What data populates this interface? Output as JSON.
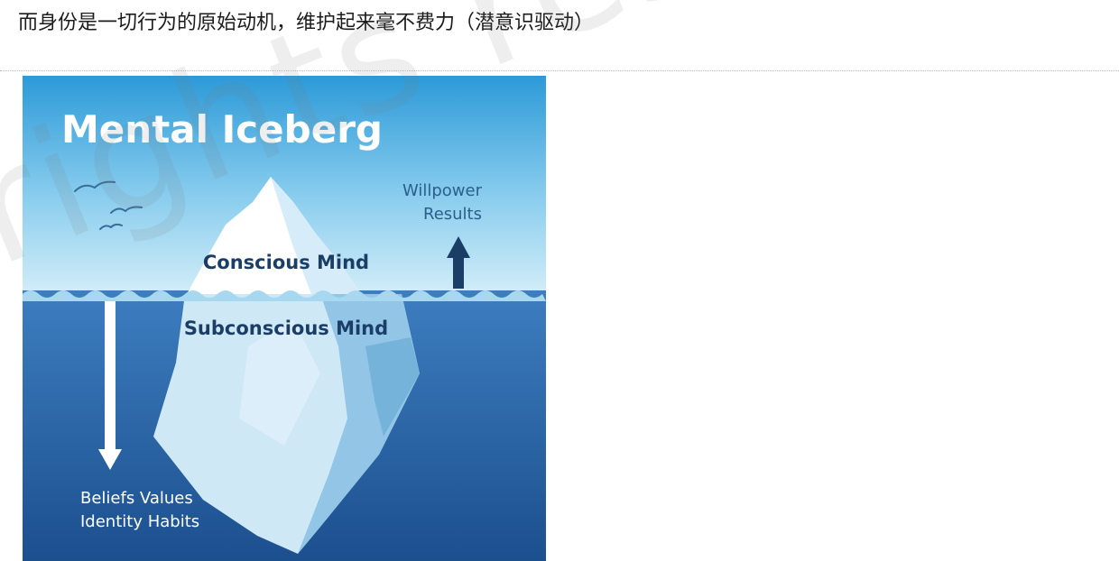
{
  "heading": "而身份是一切行为的原始动机，维护起来毫不费力（潜意识驱动）",
  "figure": {
    "title": "Mental Iceberg",
    "above_labels": [
      "Willpower",
      "Results"
    ],
    "conscious_label": "Conscious Mind",
    "subconscious_label": "Subconscious Mind",
    "below_labels": [
      "Beliefs Values",
      "Identity Habits"
    ],
    "colors": {
      "sky_top": "#2c9ad8",
      "sky_bottom": "#d4eef8",
      "water_top": "#3d7ec0",
      "water_bottom": "#1c4f8e",
      "label_dark": "#1b3e66",
      "ice_light": "#ffffff",
      "ice_blue": "#cfe8f6"
    },
    "icons": [
      "birds-icon",
      "up-arrow-icon",
      "down-arrow-icon"
    ]
  },
  "watermark": "rights reser"
}
